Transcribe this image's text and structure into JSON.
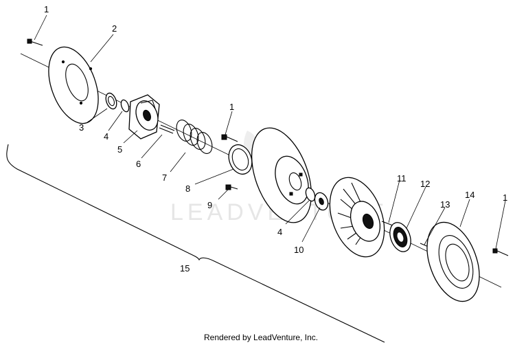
{
  "diagram": {
    "watermark": "LEADVENTURE",
    "footer": "Rendered by LeadVenture, Inc.",
    "callouts": [
      {
        "id": "c1a",
        "label": "1"
      },
      {
        "id": "c2",
        "label": "2"
      },
      {
        "id": "c3",
        "label": "3"
      },
      {
        "id": "c4a",
        "label": "4"
      },
      {
        "id": "c5",
        "label": "5"
      },
      {
        "id": "c6",
        "label": "6"
      },
      {
        "id": "c1b",
        "label": "1"
      },
      {
        "id": "c7",
        "label": "7"
      },
      {
        "id": "c8",
        "label": "8"
      },
      {
        "id": "c9",
        "label": "9"
      },
      {
        "id": "c4b",
        "label": "4"
      },
      {
        "id": "c10",
        "label": "10"
      },
      {
        "id": "c11",
        "label": "11"
      },
      {
        "id": "c12",
        "label": "12"
      },
      {
        "id": "c13",
        "label": "13"
      },
      {
        "id": "c14",
        "label": "14"
      },
      {
        "id": "c1c",
        "label": "1"
      },
      {
        "id": "c15",
        "label": "15"
      }
    ]
  }
}
